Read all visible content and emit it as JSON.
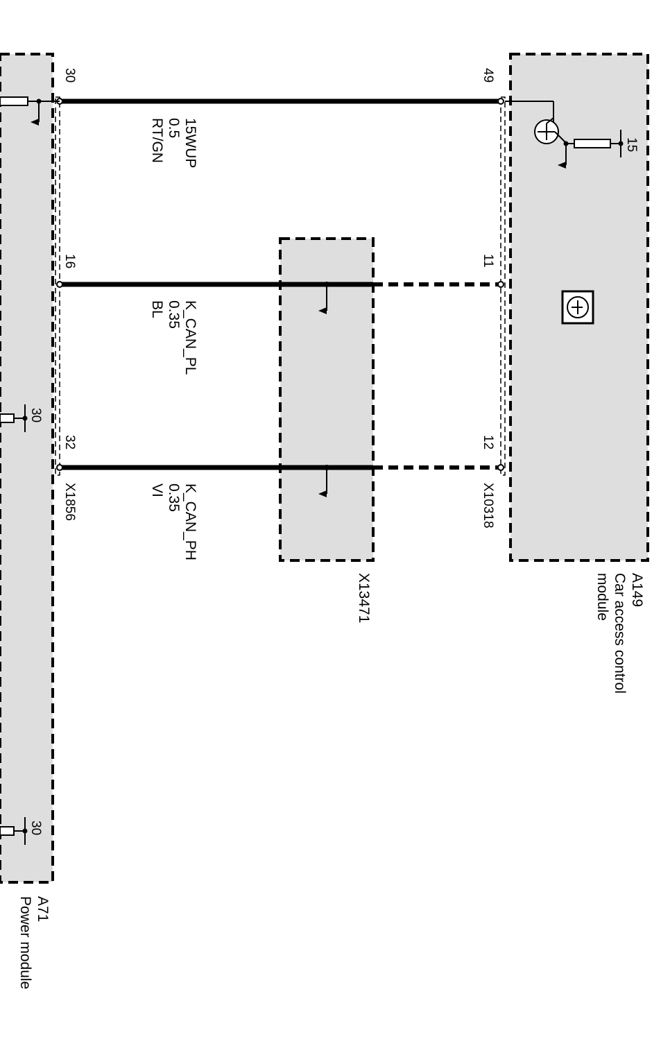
{
  "colors": {
    "module_fill": "#dedede",
    "line": "#000000",
    "background": "#ffffff"
  },
  "modules": {
    "power": {
      "code": "A71",
      "name": "Power module",
      "connector": "X1856",
      "terminal_a": "30",
      "terminal_b": "30"
    },
    "cas": {
      "code": "A149",
      "name_line1": "Car access control",
      "name_line2": "module",
      "connector": "X10318",
      "terminal": "15",
      "icon": "transistor-symbol-icon"
    },
    "splice": {
      "connector": "X13471"
    }
  },
  "wires": [
    {
      "signal": "15WUP",
      "cross_section": "0.5",
      "color": "RT/GN",
      "pin_power": "30",
      "pin_cas": "49"
    },
    {
      "signal": "K_CAN_PL",
      "cross_section": "0.35",
      "color": "BL",
      "pin_power": "16",
      "pin_cas": "11"
    },
    {
      "signal": "K_CAN_PH",
      "cross_section": "0.35",
      "color": "VI",
      "pin_power": "32",
      "pin_cas": "12"
    }
  ]
}
